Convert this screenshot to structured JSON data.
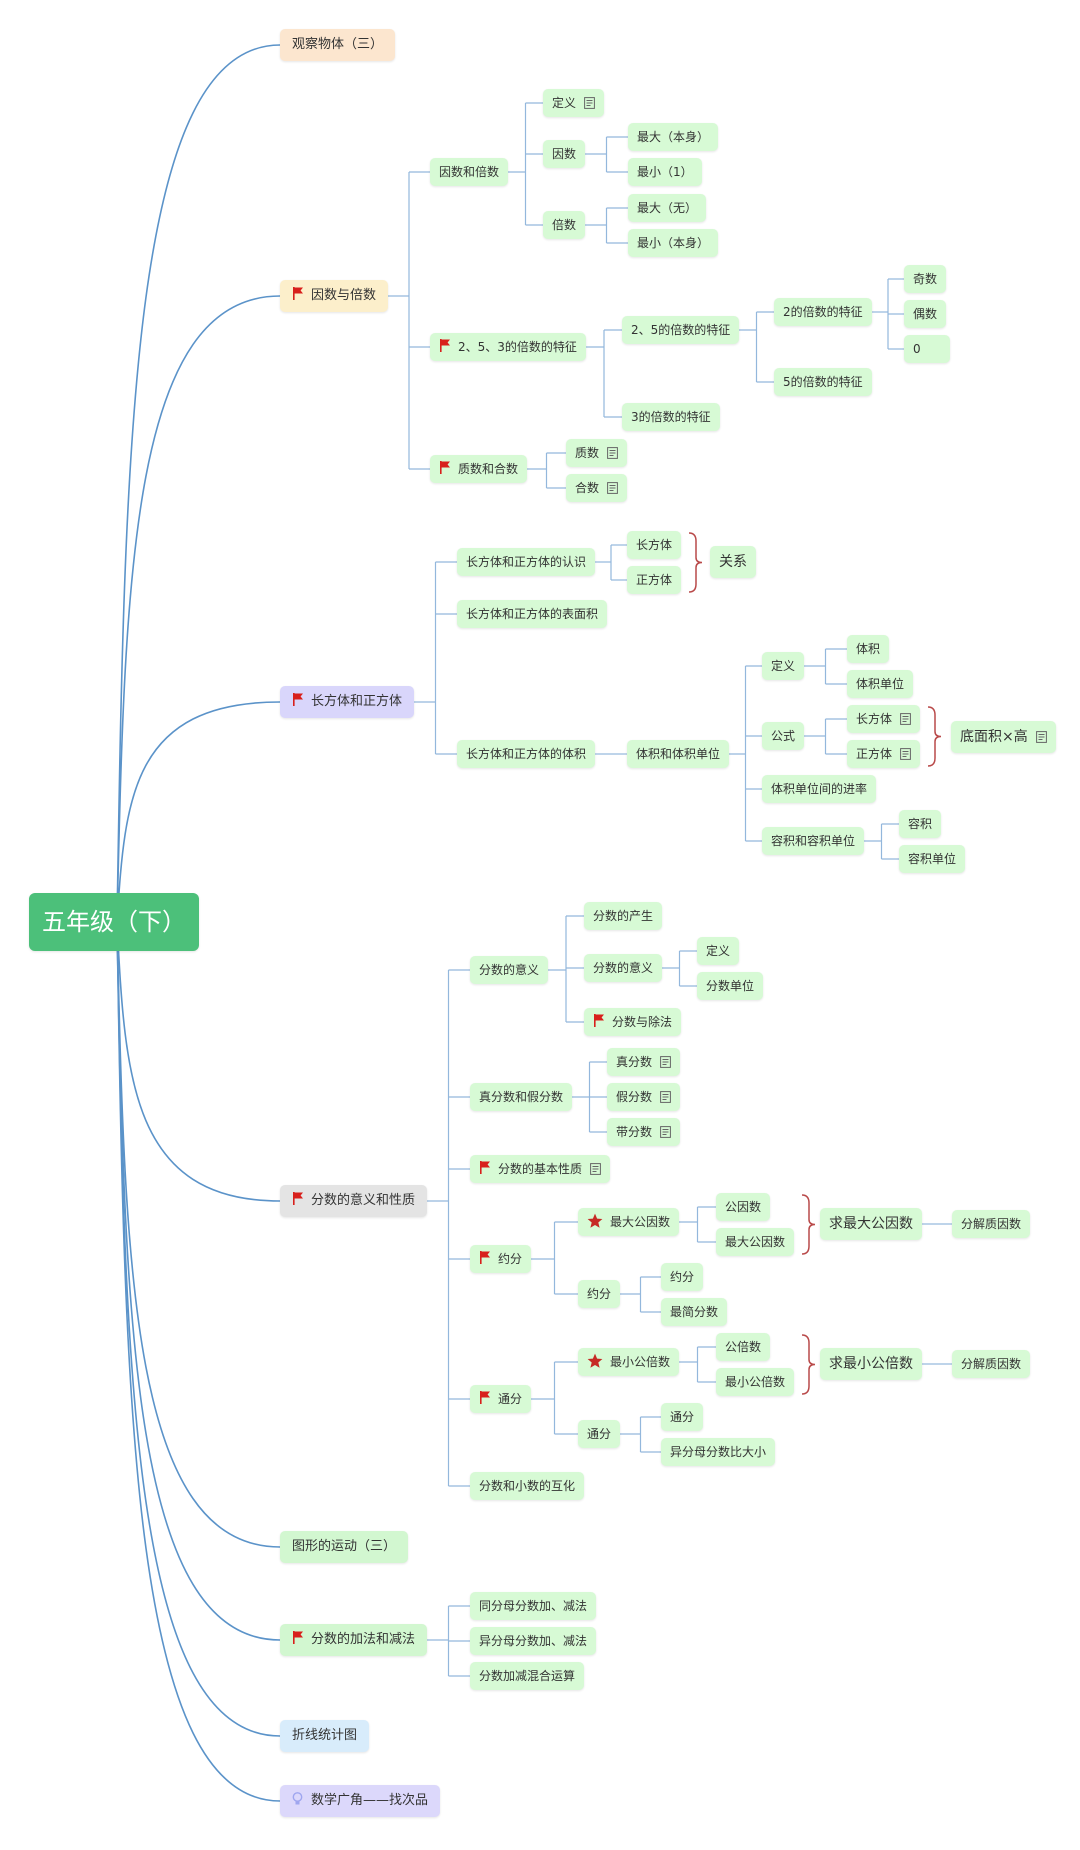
{
  "root": {
    "label": "五年级（下）"
  },
  "nodes": {
    "guancha": "观察物体（三）",
    "yinshu_beishu": "因数与倍数",
    "yinshu_he_beishu": "因数和倍数",
    "dingyi": "定义",
    "yinshu": "因数",
    "beishu": "倍数",
    "zuida_benshen": "最大（本身）",
    "zuixiao_1": "最小（1）",
    "zuida_wu": "最大（无）",
    "zuixiao_benshen": "最小（本身）",
    "tezheng_235": "2、5、3的倍数的特征",
    "tezheng_25": "2、5的倍数的特征",
    "tezheng_2": "2的倍数的特征",
    "jishu": "奇数",
    "oushu": "偶数",
    "zero": "0",
    "tezheng_5": "5的倍数的特征",
    "tezheng_3": "3的倍数的特征",
    "zhishu_heshu": "质数和合数",
    "zhishu": "质数",
    "heshu": "合数",
    "cuboid": "长方体和正方体",
    "renshi": "长方体和正方体的认识",
    "changfangti_a": "长方体",
    "zhengfangti_a": "正方体",
    "guanxi": "关系",
    "biaomianji": "长方体和正方体的表面积",
    "tiji_main": "长方体和正方体的体积",
    "tiji_danwei": "体积和体积单位",
    "dingyi_v": "定义",
    "tiji": "体积",
    "tiji_dw": "体积单位",
    "gongshi": "公式",
    "changfangti_b": "长方体",
    "zhengfangti_b": "正方体",
    "dimianji": "底面积×高",
    "jinlv": "体积单位间的进率",
    "rongji_danwei": "容积和容积单位",
    "rongji": "容积",
    "rongji_dw": "容积单位",
    "fenshu": "分数的意义和性质",
    "fs_yiyi": "分数的意义",
    "fs_chansheng": "分数的产生",
    "fs_yiyi2": "分数的意义",
    "dingyi_f": "定义",
    "fs_danwei": "分数单位",
    "fs_chufa": "分数与除法",
    "zhen_jia": "真分数和假分数",
    "zhen": "真分数",
    "jia": "假分数",
    "dai": "带分数",
    "jiben": "分数的基本性质",
    "yuefen": "约分",
    "zuida_gys": "最大公因数",
    "gongyinshu": "公因数",
    "zuida_gys2": "最大公因数",
    "qiu_zuida": "求最大公因数",
    "fenjie_1": "分解质因数",
    "yuefen2": "约分",
    "yuefen3": "约分",
    "zuijian": "最简分数",
    "tongfen": "通分",
    "zuixiao_gbs": "最小公倍数",
    "gongbeishu": "公倍数",
    "zuixiao_gbs2": "最小公倍数",
    "qiu_zuixiao": "求最小公倍数",
    "fenjie_2": "分解质因数",
    "tongfen2": "通分",
    "tongfen3": "通分",
    "yifenmu_bijiao": "异分母分数比大小",
    "huhua": "分数和小数的互化",
    "yundong": "图形的运动（三）",
    "jiajian": "分数的加法和减法",
    "tongfenmu": "同分母分数加、减法",
    "yifenmu": "异分母分数加、减法",
    "hunhe": "分数加减混合运算",
    "zhexian": "折线统计图",
    "guangjiao": "数学广角——找次品"
  },
  "colors": {
    "branch_line": "#5b93c9",
    "child_line": "#93b7dc",
    "brace": "#b94a4a",
    "flag": "#d8201c",
    "star": "#c62a25",
    "root_bg": "#4cc07a"
  }
}
